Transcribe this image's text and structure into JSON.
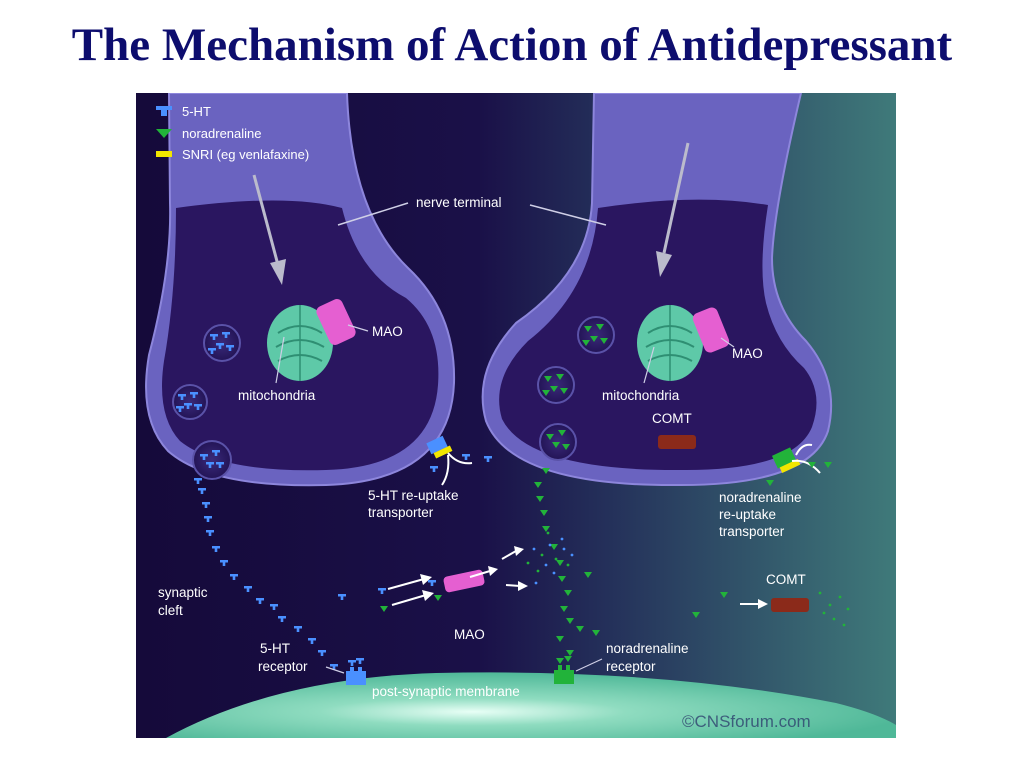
{
  "title": "The Mechanism of Action of Antidepressant",
  "legend": [
    {
      "label": "5-HT",
      "color": "#4a90ff",
      "icon": "serotonin-molecule-icon"
    },
    {
      "label": "noradrenaline",
      "color": "#22b33a",
      "icon": "noradrenaline-molecule-icon"
    },
    {
      "label": "SNRI (eg venlafaxine)",
      "color": "#f2e600",
      "icon": "snri-icon"
    }
  ],
  "labels": {
    "nerve_terminal": "nerve terminal",
    "mao_left": "MAO",
    "mitochondria_left": "mitochondria",
    "mao_right": "MAO",
    "mitochondria_right": "mitochondria",
    "comt_inside": "COMT",
    "ht_reuptake_line1": "5-HT re-uptake",
    "ht_reuptake_line2": "transporter",
    "na_reuptake_line1": "noradrenaline",
    "na_reuptake_line2": "re-uptake",
    "na_reuptake_line3": "transporter",
    "synaptic_cleft_line1": "synaptic",
    "synaptic_cleft_line2": "cleft",
    "mao_cleft": "MAO",
    "comt_cleft": "COMT",
    "ht_receptor_line1": "5-HT",
    "ht_receptor_line2": "receptor",
    "na_receptor_line1": "noradrenaline",
    "na_receptor_line2": "receptor",
    "post_synaptic": "post-synaptic membrane",
    "copyright": "©CNSforum.com"
  },
  "colors": {
    "title": "#0d0d6e",
    "background_dark": "#1a1045",
    "terminal": "#6a63c0",
    "terminal_inner": "#2a1660",
    "mitochondria": "#5ec9a8",
    "mao": "#e55fd1",
    "comt": "#8b2a1a",
    "serotonin": "#4a90ff",
    "noradrenaline": "#22b33a",
    "snri": "#f2e600",
    "membrane": "#5fc7a6"
  }
}
